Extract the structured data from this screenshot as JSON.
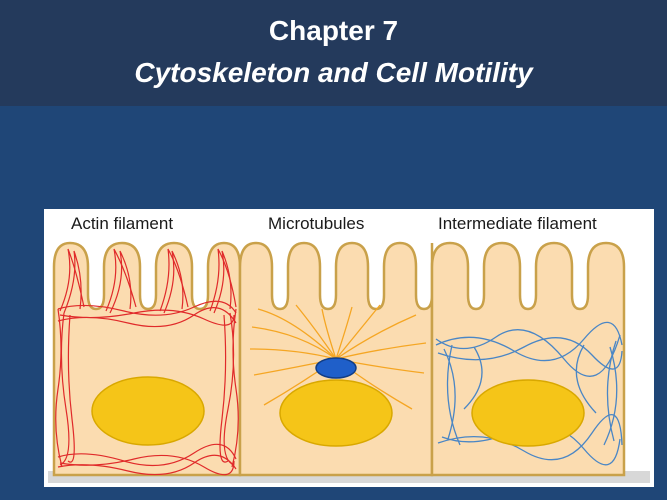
{
  "slide": {
    "title_line1": "Chapter 7",
    "title_line2": "Cytoskeleton and Cell Motility"
  },
  "diagram": {
    "labels": {
      "actin": "Actin filament",
      "microtubules": "Microtubules",
      "intermediate": "Intermediate filament"
    },
    "colors": {
      "background": "#1f4677",
      "title_bar": "#243a5c",
      "cytoplasm": "#fbdcb0",
      "membrane": "#c9a14a",
      "nucleus": "#f5c518",
      "actin": "#e02a2a",
      "microtubule": "#f5a623",
      "centrosome": "#1f5fc9",
      "intermediate": "#4a86c5",
      "basal_strip": "#d8d8d8"
    }
  }
}
